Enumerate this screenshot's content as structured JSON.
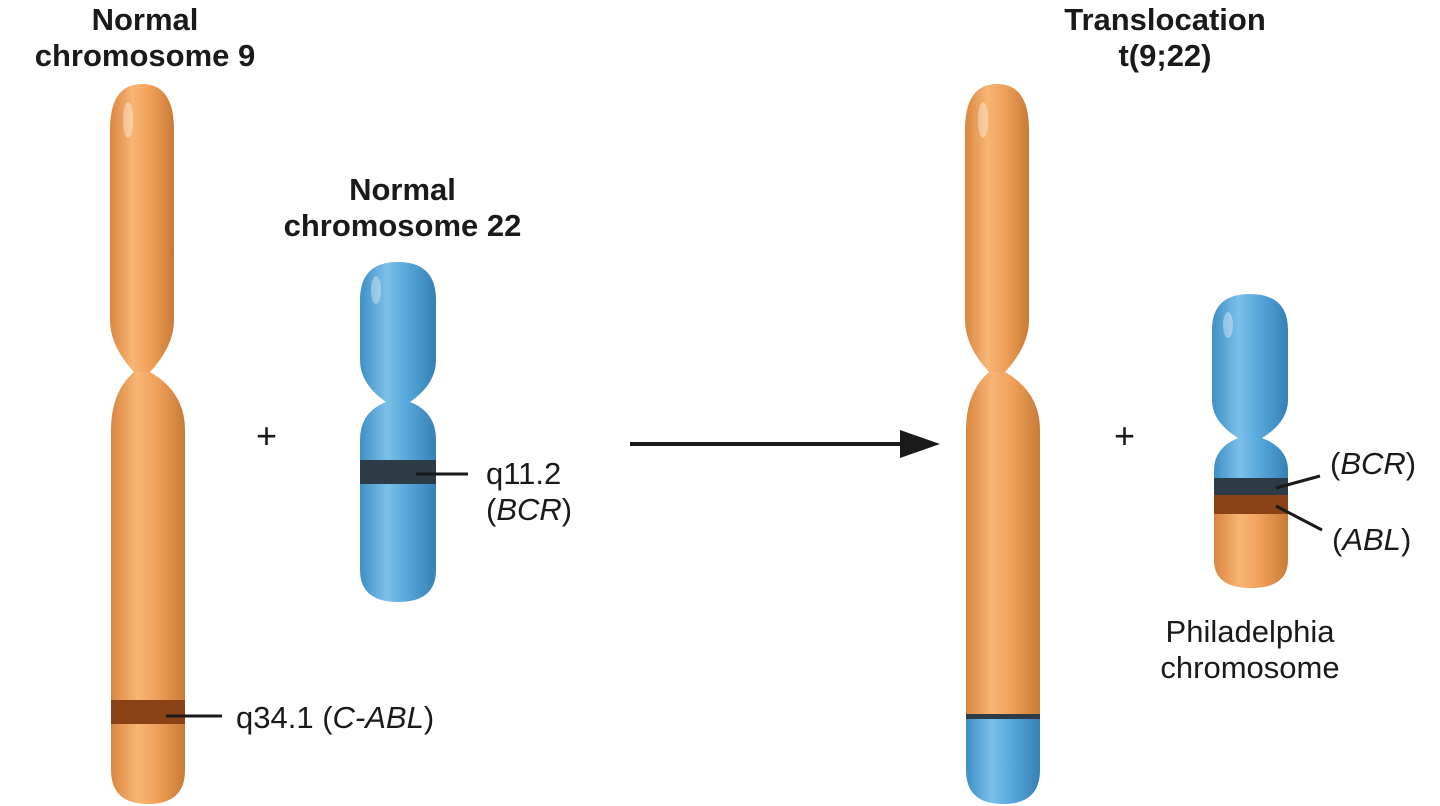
{
  "titles": {
    "chr9": [
      "Normal",
      "chromosome 9"
    ],
    "chr22": [
      "Normal",
      "chromosome 22"
    ],
    "translocation": [
      "Translocation",
      "t(9;22)"
    ]
  },
  "operators": {
    "plus": "+"
  },
  "labels": {
    "q11": {
      "line1": "q11.2",
      "line2_pre": "(",
      "line2_gene": "BCR",
      "line2_post": ")"
    },
    "q34": {
      "pre": "q34.1 (",
      "gene": "C-ABL",
      "post": ")"
    },
    "bcr": {
      "pre": "(",
      "gene": "BCR",
      "post": ")"
    },
    "abl": {
      "pre": "(",
      "gene": "ABL",
      "post": ")"
    },
    "philadelphia": [
      "Philadelphia",
      "chromosome"
    ]
  },
  "colors": {
    "orange": "#f1a25b",
    "orange_dark": "#d9863f",
    "blue": "#58a9dc",
    "blue_dark": "#3f8fc4",
    "band_dark": "#2c3b45",
    "band_brown": "#8a4117",
    "ink": "#1a1a1a"
  }
}
